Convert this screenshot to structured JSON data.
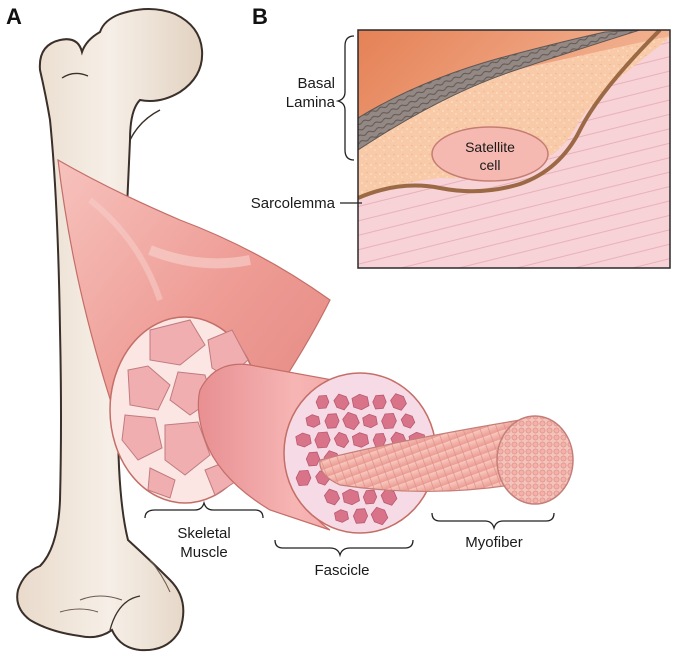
{
  "panels": {
    "a": {
      "letter": "A"
    },
    "b": {
      "letter": "B"
    }
  },
  "labels": {
    "basal_lamina_line1": "Basal",
    "basal_lamina_line2": "Lamina",
    "sarcolemma": "Sarcolemma",
    "satellite_line1": "Satellite",
    "satellite_line2": "cell",
    "skeletal_line1": "Skeletal",
    "skeletal_line2": "Muscle",
    "fascicle": "Fascicle",
    "myofiber": "Myofiber"
  },
  "colors": {
    "bone": "#f3e9df",
    "bone_outline": "#3a2f29",
    "muscle": "#f2a9a3",
    "muscle_dark": "#e07b73",
    "fascicle_fill": "#f0a4a6",
    "myofiber": "#f5b9b0",
    "basal_lamina": "#8a7f7a",
    "sarcolemma": "#9b6a45",
    "inset_bg_top": "#e9875e"
  }
}
